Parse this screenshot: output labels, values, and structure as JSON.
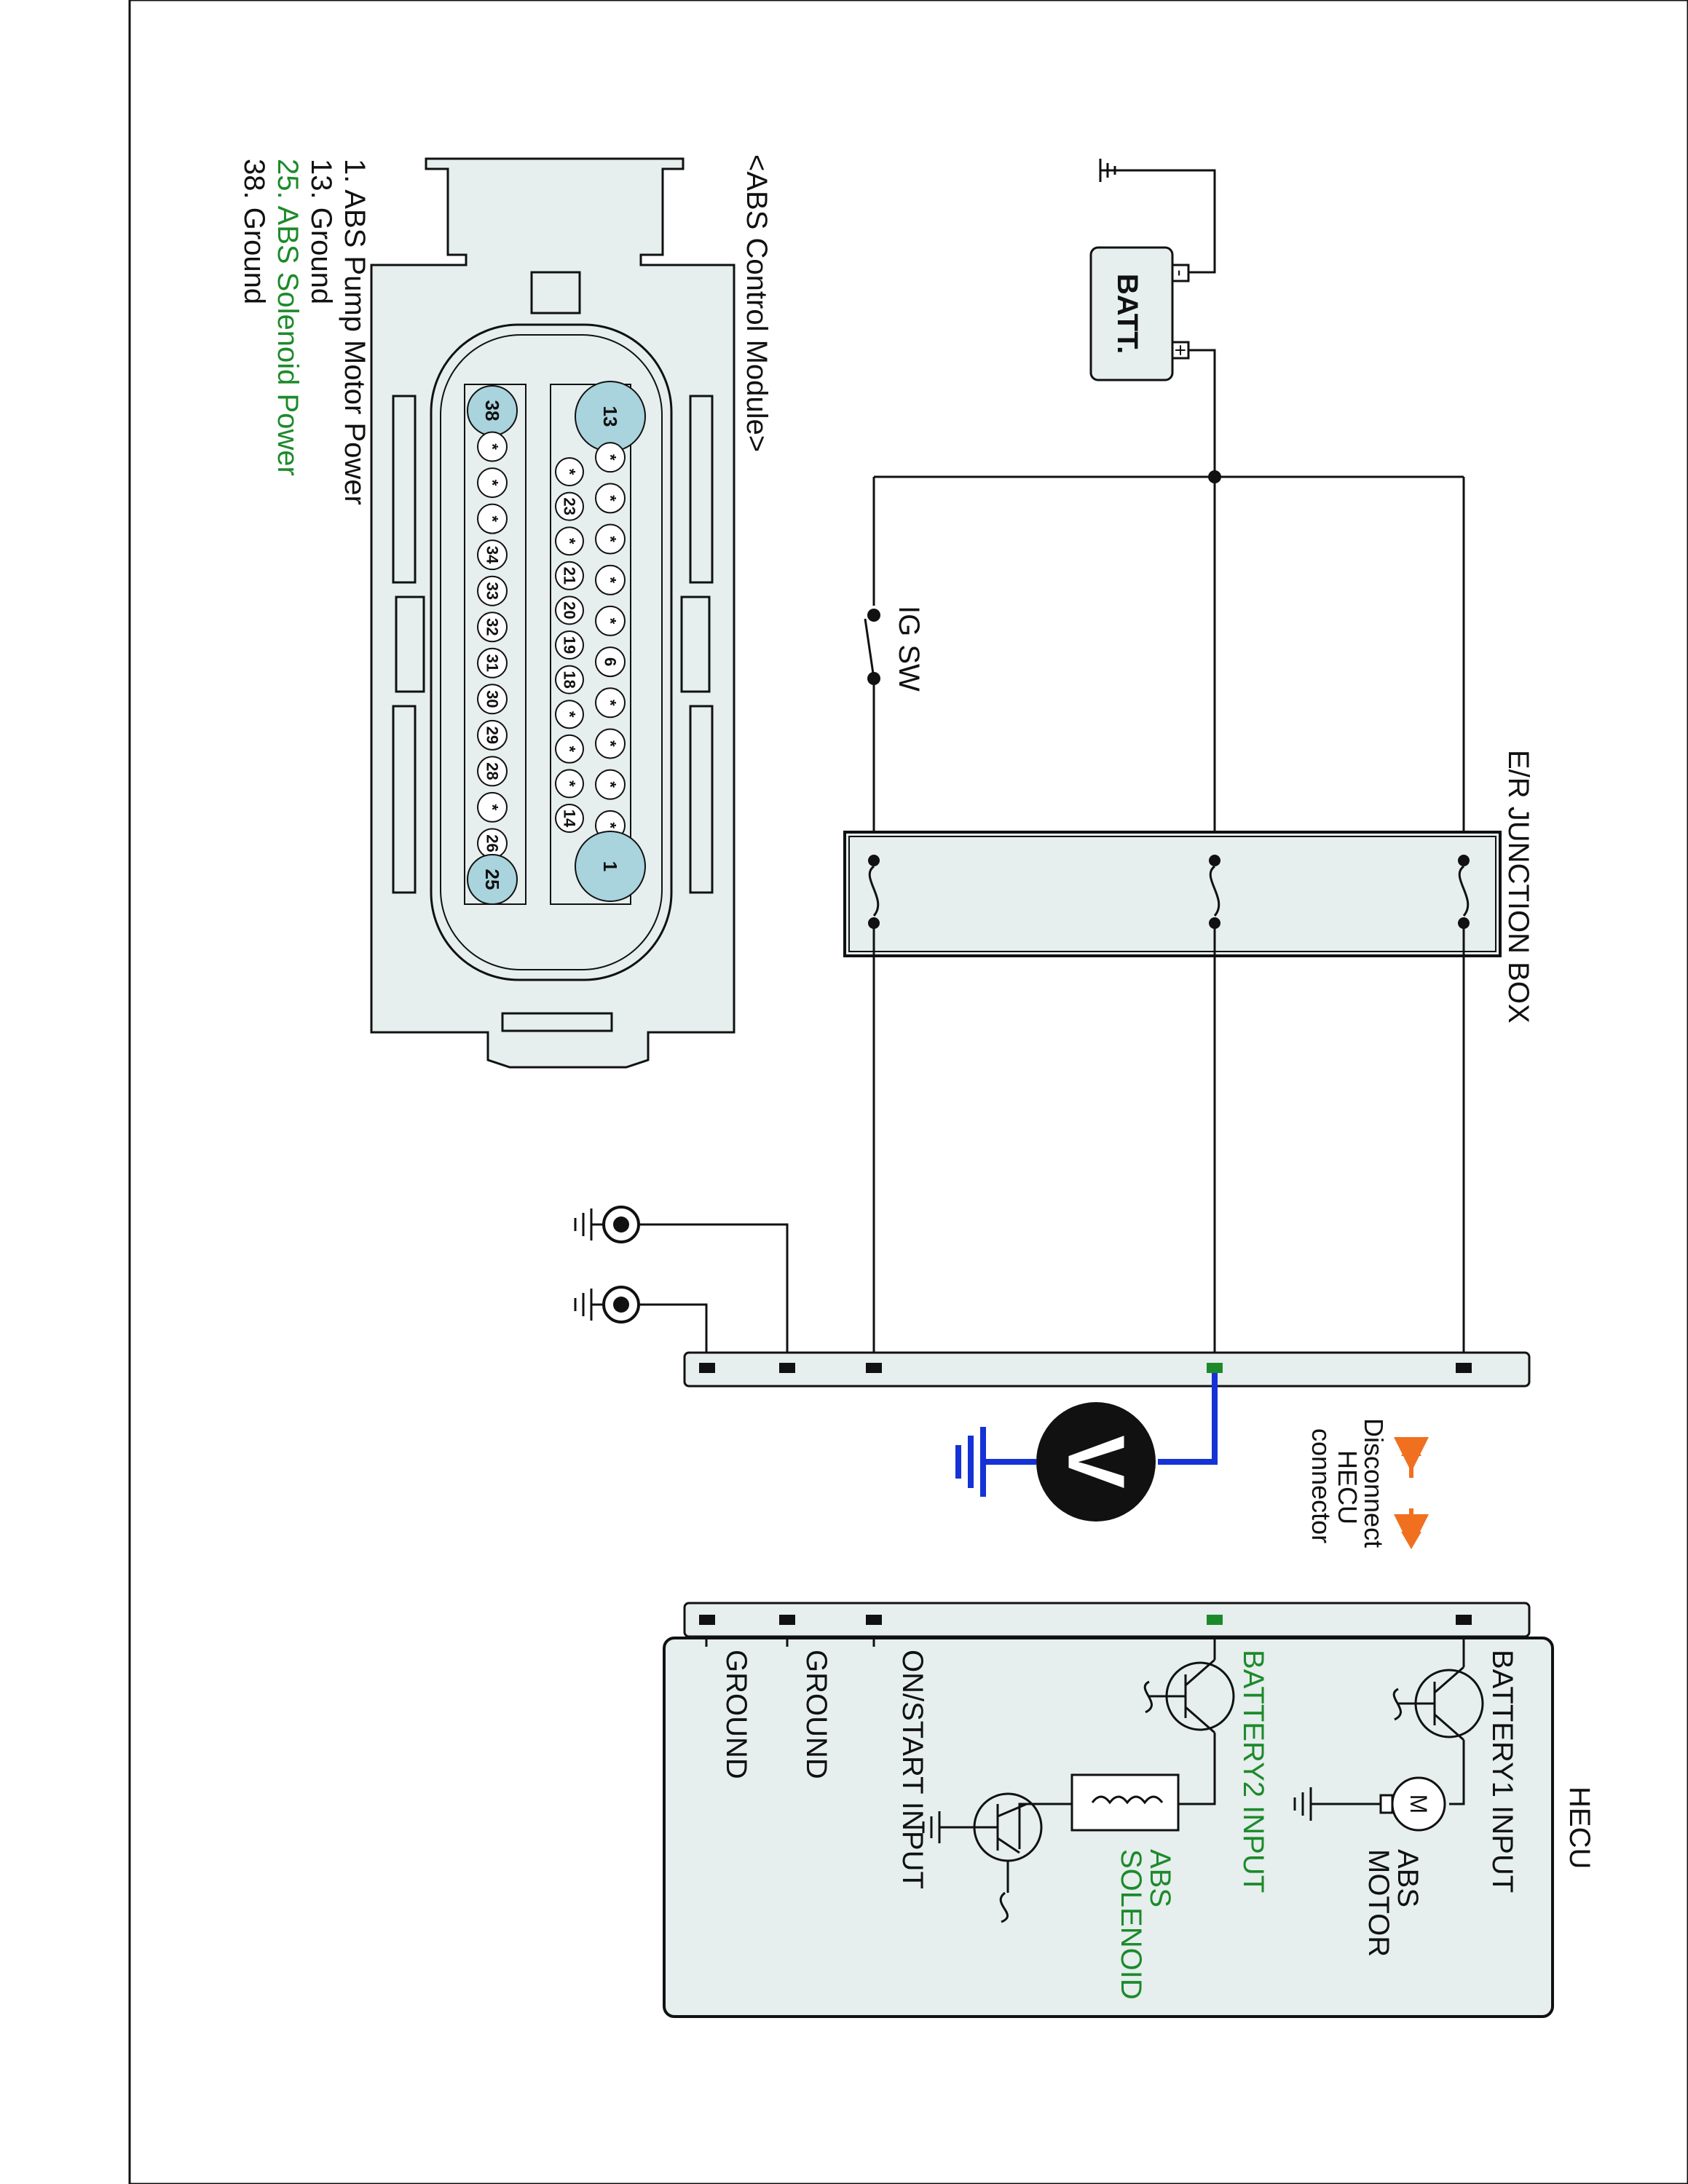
{
  "labels": {
    "batt": "BATT.",
    "batt_minus": "-",
    "batt_plus": "+",
    "ig_sw": "IG SW",
    "junction_box": "E/R JUNCTION BOX",
    "disconnect": [
      "Disconnect",
      "HECU",
      "connector"
    ],
    "hecu": "HECU",
    "battery1_input": "BATTERY1 INPUT",
    "battery2_input": "BATTERY2 INPUT",
    "on_start_input": "ON/START INPUT",
    "ground1": "GROUND",
    "ground2": "GROUND",
    "abs_motor": [
      "ABS",
      "MOTOR"
    ],
    "motor_symbol": "M",
    "abs_solenoid": [
      "ABS",
      "SOLENOID"
    ],
    "voltmeter": "V",
    "connector_title": "<ABS Control Module>"
  },
  "pin_legend": [
    {
      "text": "1. ABS Pump Motor Power",
      "highlight": false
    },
    {
      "text": "13. Ground",
      "highlight": false
    },
    {
      "text": "25. ABS Solenoid Power",
      "highlight": true
    },
    {
      "text": "38. Ground",
      "highlight": false
    }
  ],
  "connector_pins": {
    "large_row": [
      "13",
      "*",
      "*",
      "*",
      "*",
      "*",
      "6",
      "*",
      "*",
      "*",
      "*",
      "1"
    ],
    "mid_row": [
      "*",
      "23",
      "*",
      "21",
      "20",
      "19",
      "18",
      "*",
      "*",
      "*",
      "14"
    ],
    "small_row": [
      "38",
      "*",
      "*",
      "*",
      "34",
      "33",
      "32",
      "31",
      "30",
      "29",
      "28",
      "*",
      "26",
      "25"
    ]
  },
  "colors": {
    "accent_green": "#1c8a2a",
    "probe_blue": "#1432d6",
    "arrow_orange": "#f07020",
    "panel_fill": "#e6eeee",
    "pin_blue": "#a9d3dd"
  }
}
